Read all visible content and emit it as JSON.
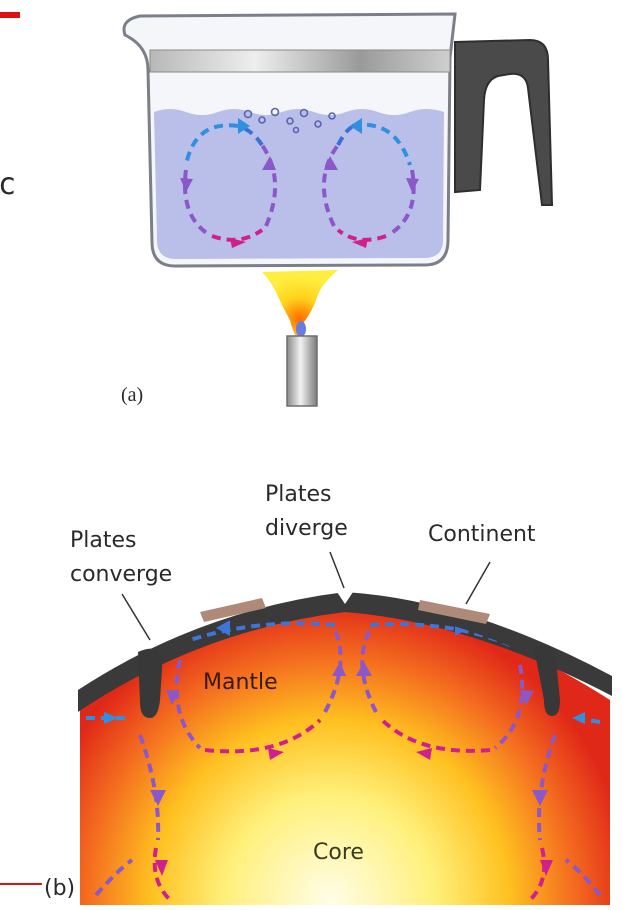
{
  "panel_a": {
    "caption": "(a)"
  },
  "panel_b": {
    "caption": "(b)",
    "labels": {
      "plates_converge_1": "Plates",
      "plates_converge_2": "converge",
      "plates_diverge_1": "Plates",
      "plates_diverge_2": "diverge",
      "continent": "Continent",
      "mantle": "Mantle",
      "core": "Core"
    }
  },
  "left_edge_fragment": "c",
  "colors": {
    "water": "#b9bfe8",
    "arrow_blue": "#2f8fe0",
    "arrow_purple": "#8a58c8",
    "arrow_magenta": "#d0208e",
    "crust": "#3a3a3a",
    "continent": "#b08a78",
    "core": "#fff6a0",
    "mantle_outer": "#e02818",
    "accent_red": "#e01010"
  }
}
